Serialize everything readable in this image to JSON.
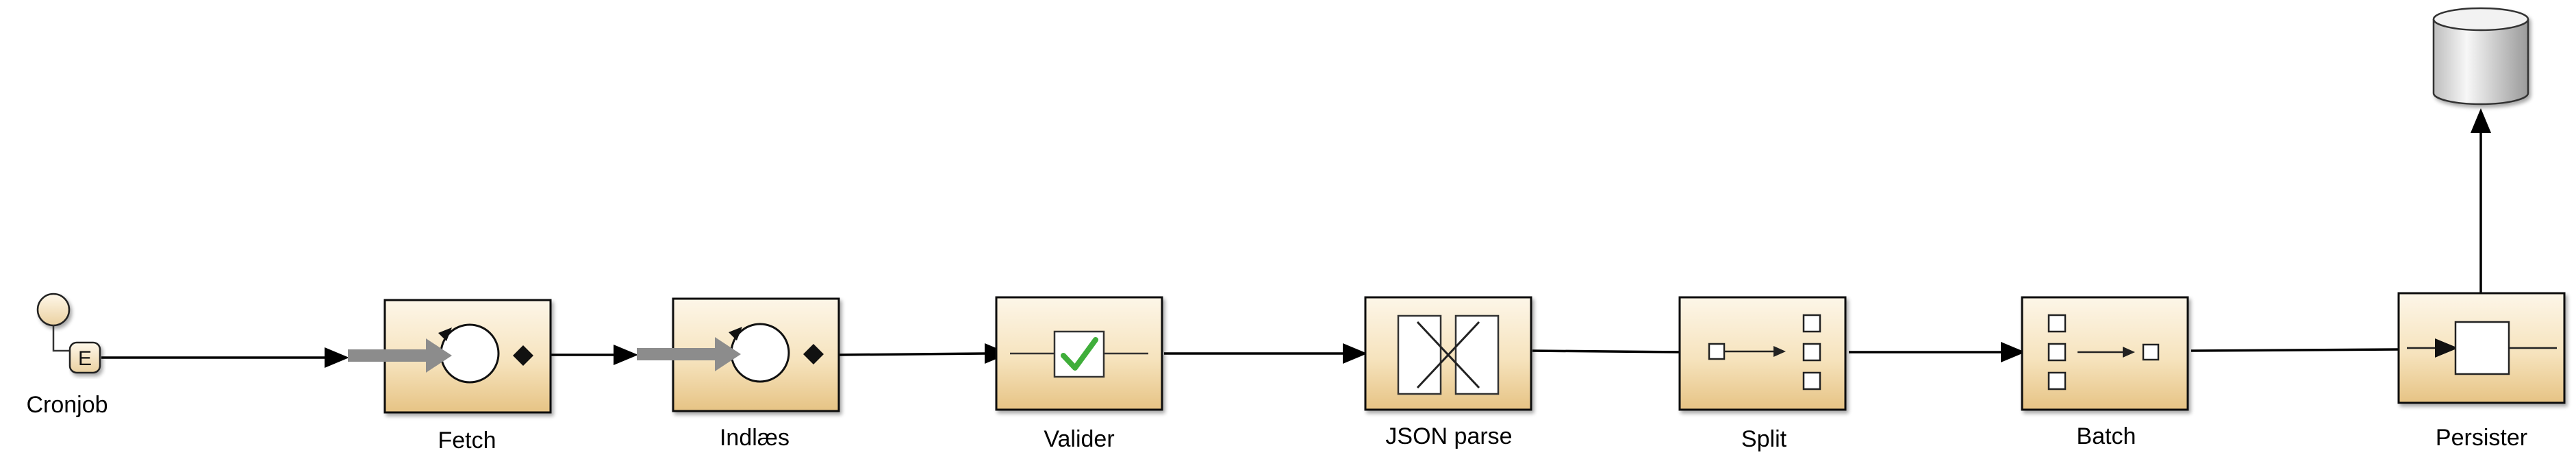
{
  "diagram": {
    "trigger": {
      "label": "Cronjob",
      "badge": "E",
      "icon": "timer-event-icon"
    },
    "steps": [
      {
        "label": "Fetch",
        "icon": "polling-consumer-icon"
      },
      {
        "label": "Indlæs",
        "icon": "polling-consumer-icon"
      },
      {
        "label": "Valider",
        "icon": "validation-check-icon"
      },
      {
        "label": "JSON parse",
        "icon": "message-translator-icon"
      },
      {
        "label": "Split",
        "icon": "splitter-icon"
      },
      {
        "label": "Batch",
        "icon": "aggregator-icon"
      },
      {
        "label": "Persister",
        "icon": "message-endpoint-icon"
      }
    ],
    "sink": {
      "icon": "database-icon"
    },
    "colors": {
      "box_top": "#fdf6e8",
      "box_bottom": "#e8c888",
      "box_border": "#111111",
      "arrow": "#000000",
      "grey_arrow": "#8c8c8c",
      "check": "#3fae3a",
      "trigger_fill": "#f6e4c4"
    }
  }
}
